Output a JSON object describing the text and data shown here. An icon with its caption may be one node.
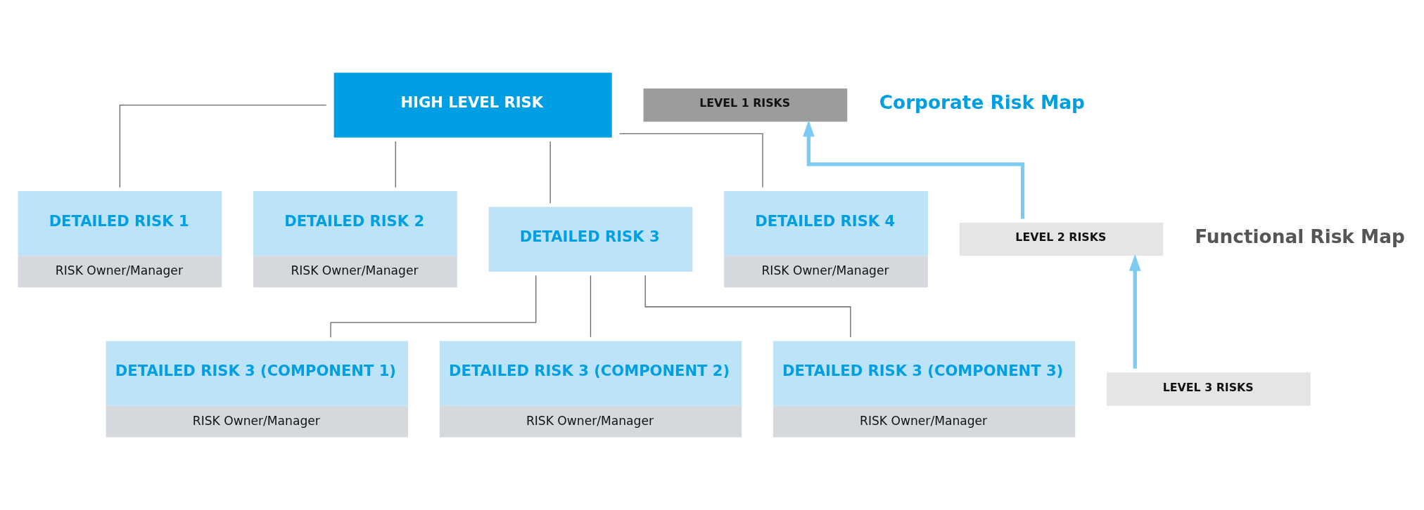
{
  "diagram": {
    "nodes": [
      {
        "text": [
          "HIGH LEVEL RISK"
        ]
      },
      {
        "text": [
          "LEVEL 1 RISKS"
        ]
      },
      {
        "text": [
          "DETAILED RISK 1",
          "RISK Owner/Manager"
        ]
      },
      {
        "text": [
          "DETAILED RISK 2",
          "RISK Owner/Manager"
        ]
      },
      {
        "text": [
          "DETAILED RISK 3"
        ]
      },
      {
        "text": [
          "DETAILED RISK 4",
          "RISK Owner/Manager"
        ]
      },
      {
        "text": [
          "LEVEL 2 RISKS"
        ]
      },
      {
        "text": [
          "DETAILED RISK 3 (COMPONENT 1)",
          "RISK Owner/Manager"
        ]
      },
      {
        "text": [
          "DETAILED RISK 3 (COMPONENT 2)",
          "RISK Owner/Manager"
        ]
      },
      {
        "text": [
          "DETAILED RISK 3 (COMPONENT 3)",
          "RISK Owner/Manager"
        ]
      },
      {
        "text": [
          "LEVEL 3 RISKS"
        ]
      }
    ],
    "edges": [
      {
        "from": 0,
        "to": 2,
        "arrow": "none"
      },
      {
        "from": 0,
        "to": 3,
        "arrow": "none"
      },
      {
        "from": 0,
        "to": 4,
        "arrow": "none"
      },
      {
        "from": 0,
        "to": 5,
        "arrow": "none"
      },
      {
        "from": 4,
        "to": 7,
        "arrow": "none"
      },
      {
        "from": 4,
        "to": 8,
        "arrow": "none"
      },
      {
        "from": 4,
        "to": 9,
        "arrow": "none"
      },
      {
        "from": 6,
        "to": 1,
        "arrow": "to",
        "style": "thick",
        "color": "#7ccbf2"
      },
      {
        "from": 10,
        "to": 6,
        "arrow": "to",
        "style": "thick",
        "color": "#7ccbf2"
      }
    ],
    "labels": [
      "Corporate Risk Map",
      "Functional Risk Map"
    ]
  }
}
